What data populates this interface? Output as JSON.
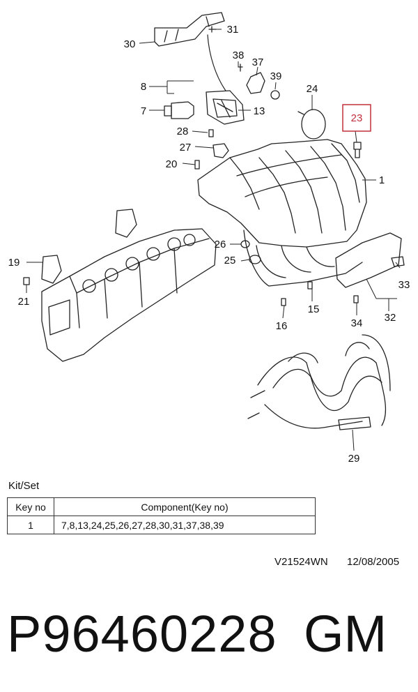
{
  "diagram": {
    "callouts": [
      {
        "id": "30",
        "label": "30"
      },
      {
        "id": "31",
        "label": "31"
      },
      {
        "id": "38",
        "label": "38"
      },
      {
        "id": "37",
        "label": "37"
      },
      {
        "id": "39",
        "label": "39"
      },
      {
        "id": "8",
        "label": "8"
      },
      {
        "id": "24",
        "label": "24"
      },
      {
        "id": "7",
        "label": "7"
      },
      {
        "id": "13",
        "label": "13"
      },
      {
        "id": "23",
        "label": "23",
        "highlighted": true
      },
      {
        "id": "28",
        "label": "28"
      },
      {
        "id": "27",
        "label": "27"
      },
      {
        "id": "20",
        "label": "20"
      },
      {
        "id": "1",
        "label": "1"
      },
      {
        "id": "26",
        "label": "26"
      },
      {
        "id": "19",
        "label": "19"
      },
      {
        "id": "25",
        "label": "25"
      },
      {
        "id": "33",
        "label": "33"
      },
      {
        "id": "21",
        "label": "21"
      },
      {
        "id": "15",
        "label": "15"
      },
      {
        "id": "32",
        "label": "32"
      },
      {
        "id": "16",
        "label": "16"
      },
      {
        "id": "34",
        "label": "34"
      },
      {
        "id": "29",
        "label": "29"
      }
    ],
    "highlight_color": "#c0303a"
  },
  "kit": {
    "title": "Kit/Set",
    "headers": {
      "key": "Key no",
      "component": "Component(Key no)"
    },
    "rows": [
      {
        "key": "1",
        "component": "7,8,13,24,25,26,27,28,30,31,37,38,39"
      }
    ]
  },
  "footer": {
    "ref_code": "V21524WN",
    "date": "12/08/2005"
  },
  "part": {
    "number": "P96460228",
    "brand": "GM"
  }
}
